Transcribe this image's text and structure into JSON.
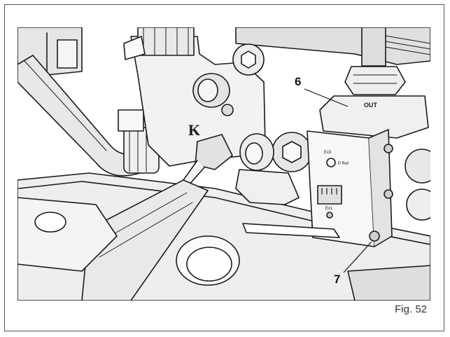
{
  "callouts": {
    "six": "6",
    "seven": "7"
  },
  "labels": {
    "out": "OUT",
    "k_mark": "K",
    "connector_top": "Ex3",
    "connector_pref": "P Ref",
    "connector_bottom": "Ex1"
  },
  "caption": "Fig. 52",
  "colors": {
    "line": "#1a1a1a",
    "fill_light": "#f2f2f2",
    "fill_mid": "#d9d9d9",
    "fill_dark": "#bdbdbd",
    "frame": "#555555"
  }
}
